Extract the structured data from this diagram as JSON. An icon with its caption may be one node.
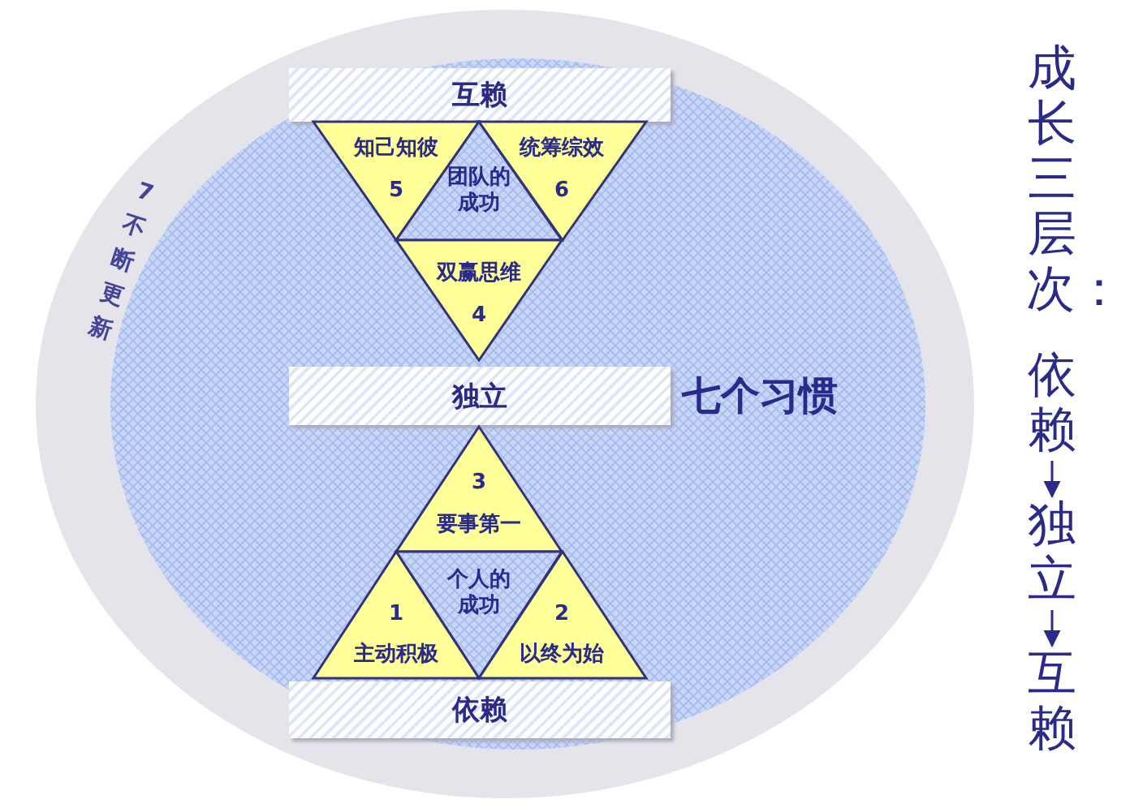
{
  "diagram": {
    "nodes": [
      {
        "text": [
          "7不断更新"
        ]
      },
      {
        "text": [
          "互赖"
        ],
        "in": 0
      },
      {
        "text": [
          "知己知彼",
          "5"
        ],
        "in": 0
      },
      {
        "text": [
          "团队的成功"
        ],
        "in": 0
      },
      {
        "text": [
          "统筹综效",
          "6"
        ],
        "in": 0
      },
      {
        "text": [
          "双赢思维",
          "4"
        ],
        "in": 0
      },
      {
        "text": [
          "独立"
        ],
        "in": 0
      },
      {
        "text": [
          "3",
          "要事第一"
        ],
        "in": 0
      },
      {
        "text": [
          "个人的成功"
        ],
        "in": 0
      },
      {
        "text": [
          "1",
          "主动积极"
        ],
        "in": 0
      },
      {
        "text": [
          "2",
          "以终为始"
        ],
        "in": 0
      },
      {
        "text": [
          "依赖"
        ],
        "in": 0
      },
      {
        "text": [
          "依赖"
        ]
      },
      {
        "text": [
          "独立"
        ]
      },
      {
        "text": [
          "互赖"
        ]
      }
    ],
    "edges": [
      {
        "from": 12,
        "to": 13,
        "arrow": "to"
      },
      {
        "from": 13,
        "to": 14,
        "arrow": "to"
      }
    ],
    "labels": [
      "七个习惯",
      "成长三层次："
    ]
  }
}
